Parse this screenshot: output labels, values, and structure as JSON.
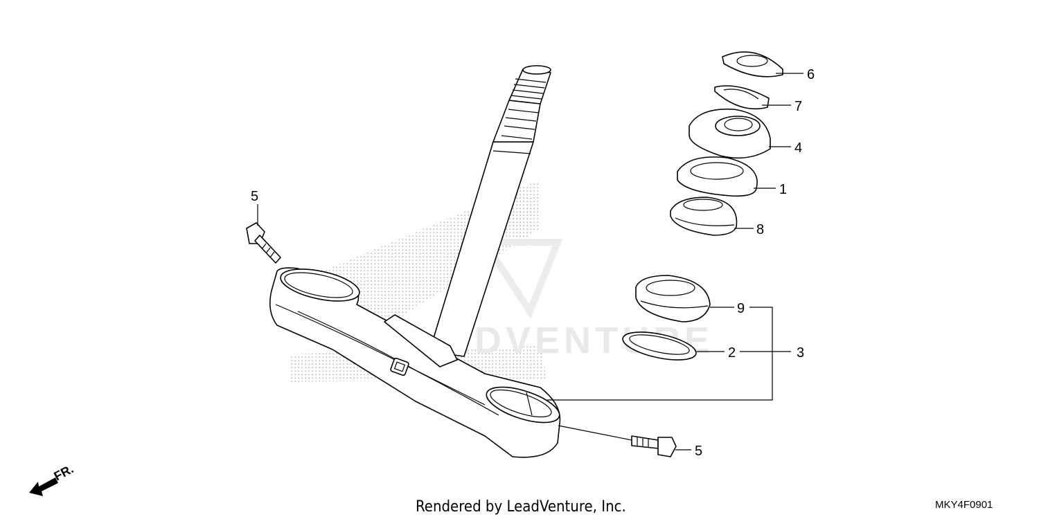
{
  "callouts": {
    "c6": "6",
    "c7": "7",
    "c4": "4",
    "c1": "1",
    "c8": "8",
    "c9": "9",
    "c2": "2",
    "c3": "3",
    "c5_top": "5",
    "c5_bottom": "5"
  },
  "orientation": {
    "label": "FR."
  },
  "watermark": {
    "text": "ADVENTURE"
  },
  "footer": {
    "credit": "Rendered by LeadVenture, Inc."
  },
  "diagram_code": "MKY4F0901",
  "colors": {
    "line": "#000000",
    "background": "#ffffff",
    "dither": "#bdbdbd"
  }
}
